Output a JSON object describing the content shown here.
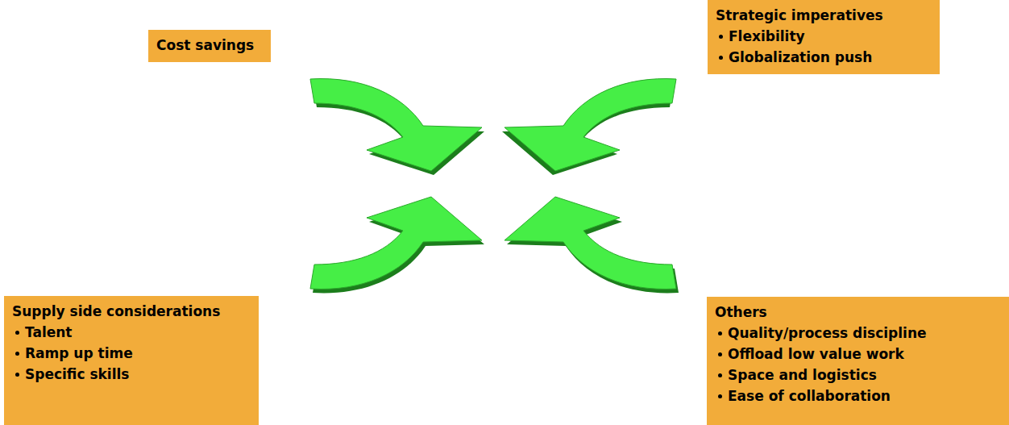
{
  "diagram": {
    "nodes": [
      {
        "text": [
          "Cost savings"
        ]
      },
      {
        "text": [
          "Strategic imperatives",
          "Flexibility",
          "Globalization push"
        ]
      },
      {
        "text": [
          "Supply side considerations",
          "Talent",
          "Ramp up time",
          "Specific skills"
        ]
      },
      {
        "text": [
          "Others",
          "Quality/process discipline",
          "Offload low value work",
          "Space and logistics",
          "Ease of collaboration"
        ]
      }
    ]
  }
}
